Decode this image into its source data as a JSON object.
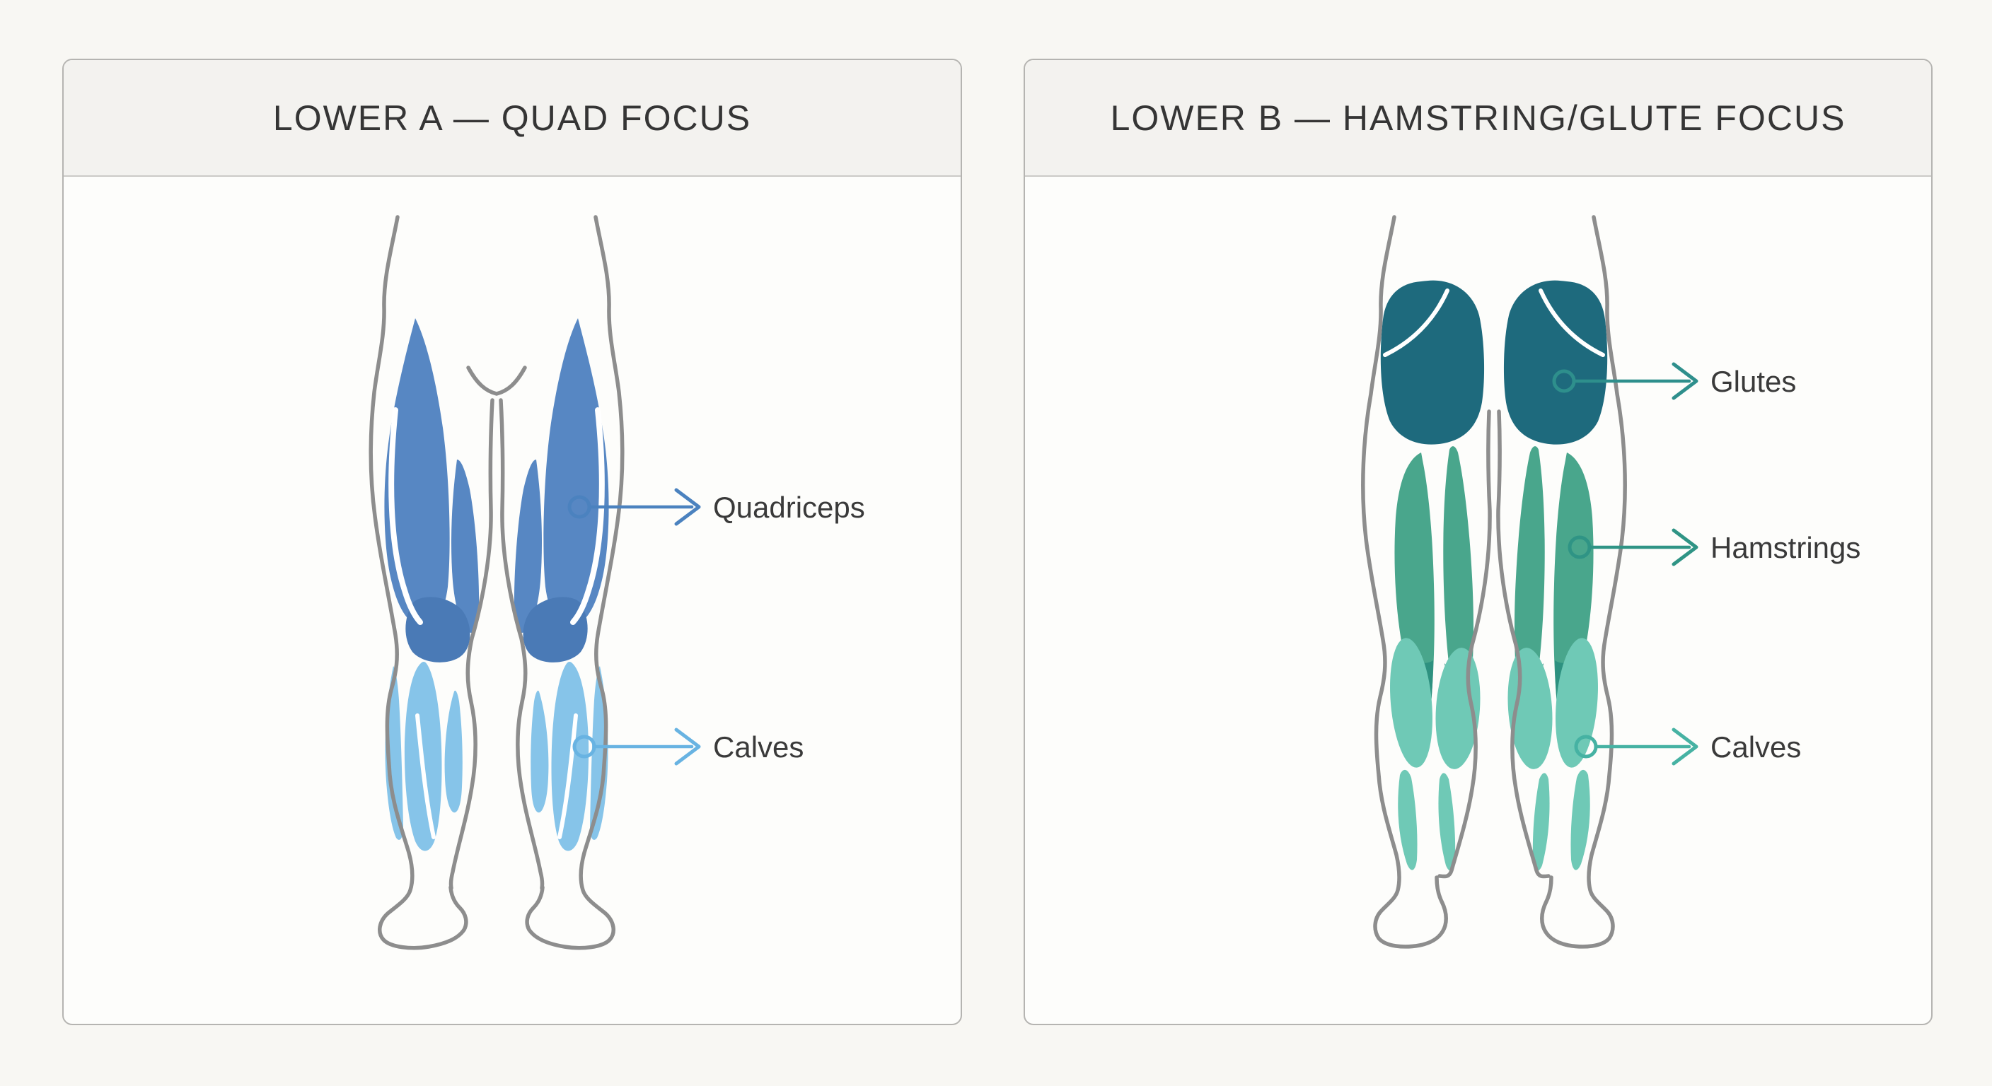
{
  "page": {
    "background": "#f8f7f3"
  },
  "panels": [
    {
      "id": "lower-a",
      "title": "LOWER A — QUAD FOCUS",
      "view": "front-legs",
      "colors": {
        "outline": "#8d8d8d",
        "quads": "#5787c3",
        "quads_deep": "#4a7ab6",
        "calves": "#86c4e9"
      },
      "labels": [
        {
          "text": "Quadriceps",
          "color": "#4b82bf"
        },
        {
          "text": "Calves",
          "color": "#68b3e2"
        }
      ]
    },
    {
      "id": "lower-b",
      "title": "LOWER B — HAMSTRING/GLUTE FOCUS",
      "view": "back-legs",
      "colors": {
        "outline": "#8d8d8d",
        "glutes": "#1e6a7d",
        "hamstrings": "#49a68c",
        "hamstrings_deep": "#2e9180",
        "calves": "#6fc9b6"
      },
      "labels": [
        {
          "text": "Glutes",
          "color": "#2e8f8c"
        },
        {
          "text": "Hamstrings",
          "color": "#2f9485"
        },
        {
          "text": "Calves",
          "color": "#46b2a3"
        }
      ]
    }
  ]
}
